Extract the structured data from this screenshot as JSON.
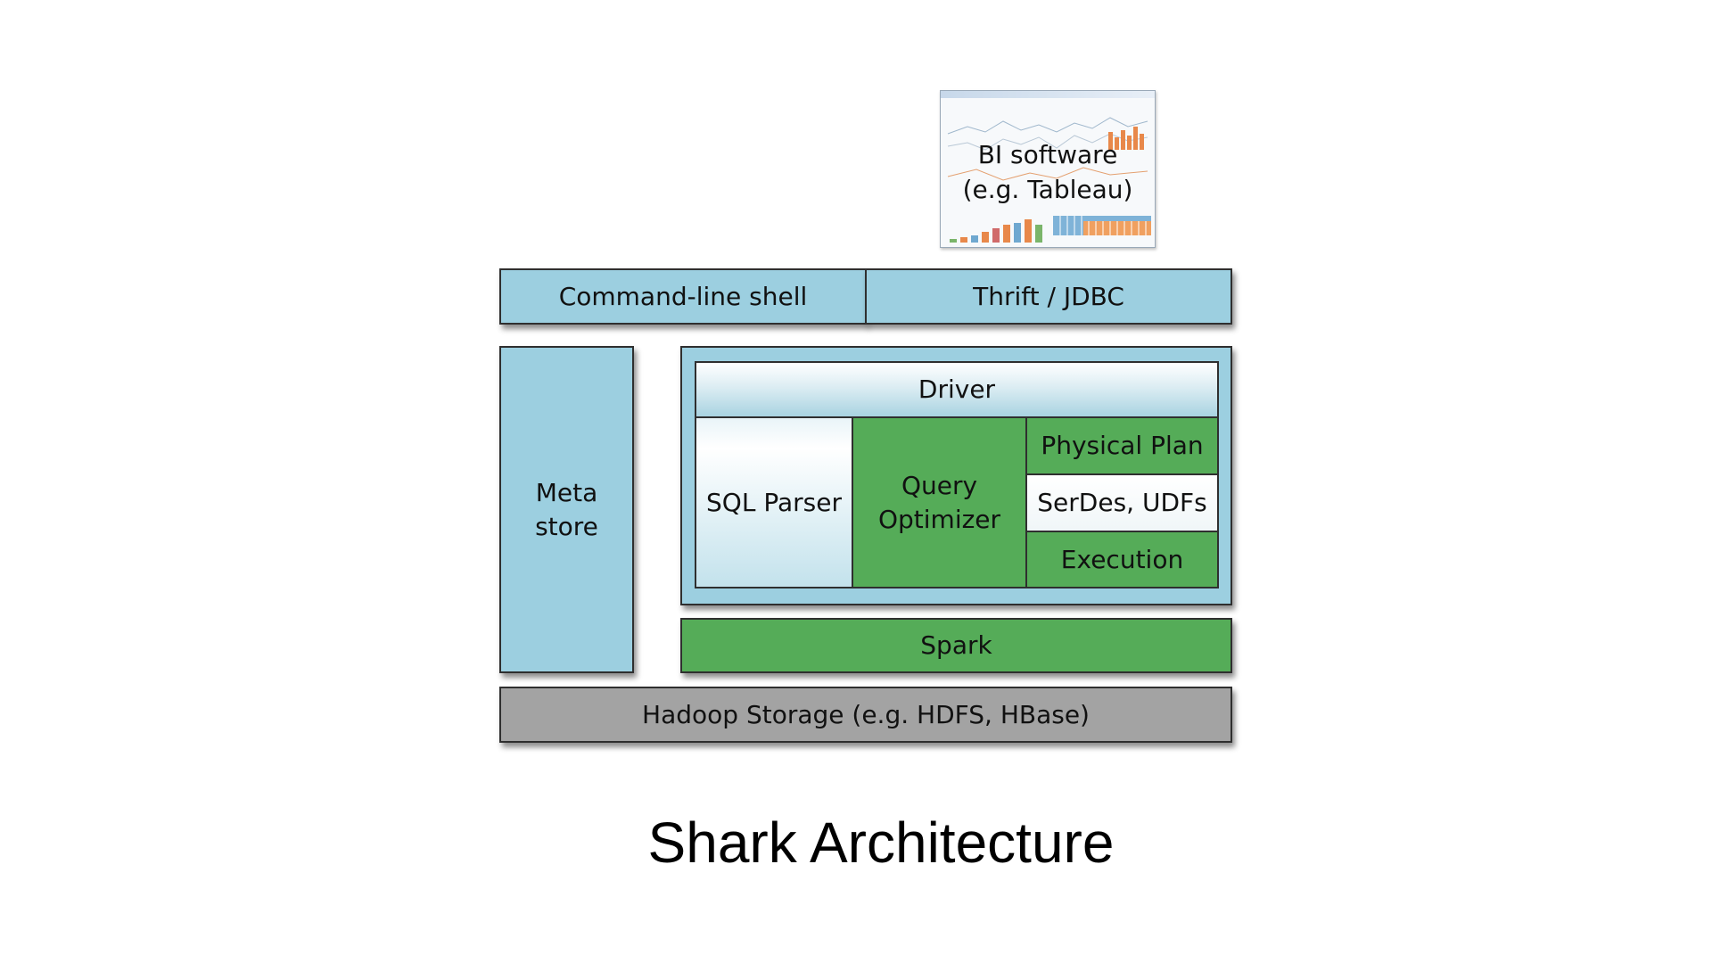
{
  "diagram": {
    "bi_software": "BI software\n(e.g. Tableau)",
    "cli": "Command-line shell",
    "thrift": "Thrift / JDBC",
    "metastore": "Meta\nstore",
    "driver": "Driver",
    "sql_parser": "SQL Parser",
    "query_optimizer": "Query\nOptimizer",
    "physical_plan": "Physical Plan",
    "serdes": "SerDes, UDFs",
    "execution": "Execution",
    "spark": "Spark",
    "hadoop": "Hadoop Storage (e.g. HDFS, HBase)"
  },
  "title": "Shark Architecture",
  "colors": {
    "blue": "#9ccfe0",
    "green": "#55ac58",
    "gray": "#a3a3a3"
  }
}
